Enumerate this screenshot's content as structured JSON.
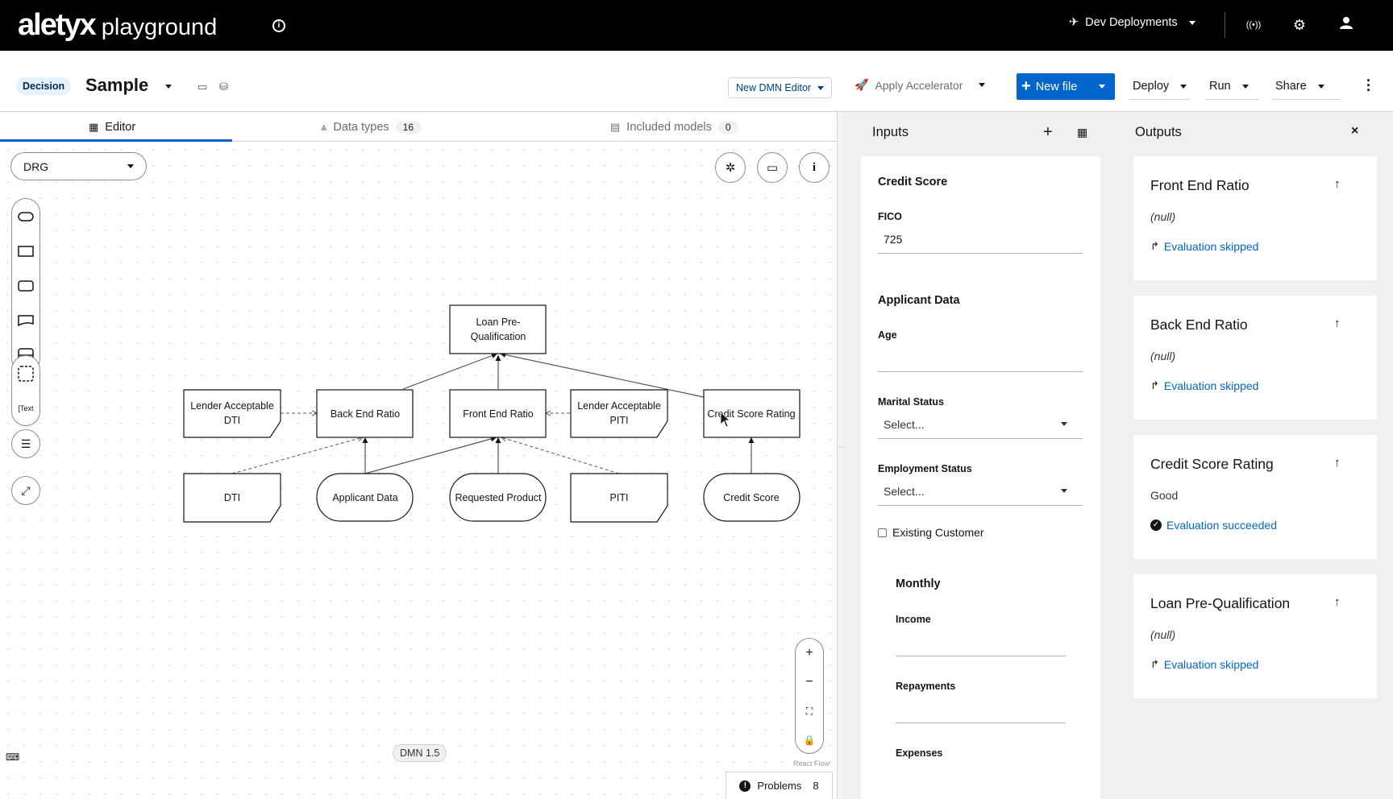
{
  "masthead": {
    "brand": "aletyx",
    "product": "playground",
    "info_icon": "info-circle-icon",
    "deployments_label": "Dev Deployments"
  },
  "header": {
    "badge": "Decision",
    "title": "Sample",
    "dmn_editor_label": "New DMN Editor",
    "accelerator_label": "Apply Accelerator",
    "new_file_label": "New file",
    "deploy_label": "Deploy",
    "run_label": "Run",
    "share_label": "Share"
  },
  "tabs": [
    {
      "label": "Editor",
      "count": null,
      "active": true
    },
    {
      "label": "Data types",
      "count": "16",
      "active": false
    },
    {
      "label": "Included models",
      "count": "0",
      "active": false
    }
  ],
  "canvas": {
    "view_select": "DRG",
    "dmn_version": "DMN 1.5",
    "react_flow_label": "React Flow",
    "problems_label": "Problems",
    "problems_count": "8"
  },
  "diagram": {
    "nodes": {
      "loan_prequal": [
        "Loan Pre-",
        "Qualification"
      ],
      "lender_dti": [
        "Lender Acceptable",
        "DTI"
      ],
      "back_end_ratio": "Back End Ratio",
      "front_end_ratio": "Front End Ratio",
      "lender_piti": [
        "Lender Acceptable",
        "PITI"
      ],
      "credit_score_rating": "Credit Score Rating",
      "dti": "DTI",
      "applicant_data": "Applicant Data",
      "requested_product": "Requested Product",
      "piti": "PITI",
      "credit_score": "Credit Score"
    }
  },
  "inputs": {
    "title": "Inputs",
    "credit_score_section": "Credit Score",
    "fico_label": "FICO",
    "fico_value": "725",
    "applicant_section": "Applicant Data",
    "age_label": "Age",
    "age_value": "",
    "marital_label": "Marital Status",
    "marital_value": "Select...",
    "employment_label": "Employment Status",
    "employment_value": "Select...",
    "existing_customer_label": "Existing Customer",
    "monthly_section": "Monthly",
    "income_label": "Income",
    "repayments_label": "Repayments",
    "expenses_label": "Expenses"
  },
  "outputs": {
    "title": "Outputs",
    "items": [
      {
        "title": "Front End Ratio",
        "value": "(null)",
        "status": "Evaluation skipped",
        "ok": false
      },
      {
        "title": "Back End Ratio",
        "value": "(null)",
        "status": "Evaluation skipped",
        "ok": false
      },
      {
        "title": "Credit Score Rating",
        "value": "Good",
        "status": "Evaluation succeeded",
        "ok": true
      },
      {
        "title": "Loan Pre-Qualification",
        "value": "(null)",
        "status": "Evaluation skipped",
        "ok": false
      }
    ]
  },
  "colors": {
    "primary": "#0066cc",
    "masthead": "#000000",
    "panel_bg": "#f0f0f0"
  }
}
